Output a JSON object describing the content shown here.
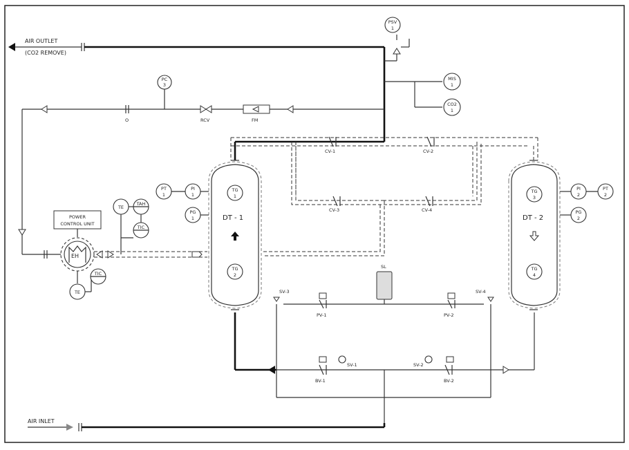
{
  "labels": {
    "air_outlet": "AIR OUTLET",
    "air_outlet_sub": "(CO2 REMOVE)",
    "air_inlet": "AIR INLET",
    "power_control_l1": "POWER",
    "power_control_l2": "CONTROL UNIT",
    "eh": "EH",
    "orifice": "O",
    "rcv": "RCV",
    "fm": "FM",
    "sl": "SL",
    "dt1": "DT - 1",
    "dt2": "DT - 2"
  },
  "valves": {
    "cv1": "CV-1",
    "cv2": "CV-2",
    "cv3": "CV-3",
    "cv4": "CV-4",
    "pv1": "PV-1",
    "pv2": "PV-2",
    "bv1": "BV-1",
    "bv2": "BV-2",
    "sv1": "SV-1",
    "sv2": "SV-2",
    "sv3": "SV-3",
    "sv4": "SV-4"
  },
  "instruments": {
    "psv": {
      "tag": "PSV",
      "num": "1"
    },
    "pc3": {
      "tag": "PC",
      "num": "3"
    },
    "mis": {
      "tag": "MIS",
      "num": "1"
    },
    "co2": {
      "tag": "CO2",
      "num": "1"
    },
    "pt1": {
      "tag": "PT",
      "num": "1"
    },
    "pi1": {
      "tag": "PI",
      "num": "1"
    },
    "pg1": {
      "tag": "PG",
      "num": "1"
    },
    "tg1": {
      "tag": "TG",
      "num": "1"
    },
    "tg2": {
      "tag": "TG",
      "num": "2"
    },
    "pi2": {
      "tag": "PI",
      "num": "2"
    },
    "pt2": {
      "tag": "PT",
      "num": "2"
    },
    "pg2": {
      "tag": "PG",
      "num": "2"
    },
    "tg3": {
      "tag": "TG",
      "num": "3"
    },
    "tg4": {
      "tag": "TG",
      "num": "4"
    },
    "te_top": {
      "tag": "TE"
    },
    "te_bot": {
      "tag": "TE"
    },
    "tah": {
      "tag": "TAH"
    },
    "tic_top": {
      "tag": "TIC"
    },
    "tic_bot": {
      "tag": "TIC"
    }
  }
}
